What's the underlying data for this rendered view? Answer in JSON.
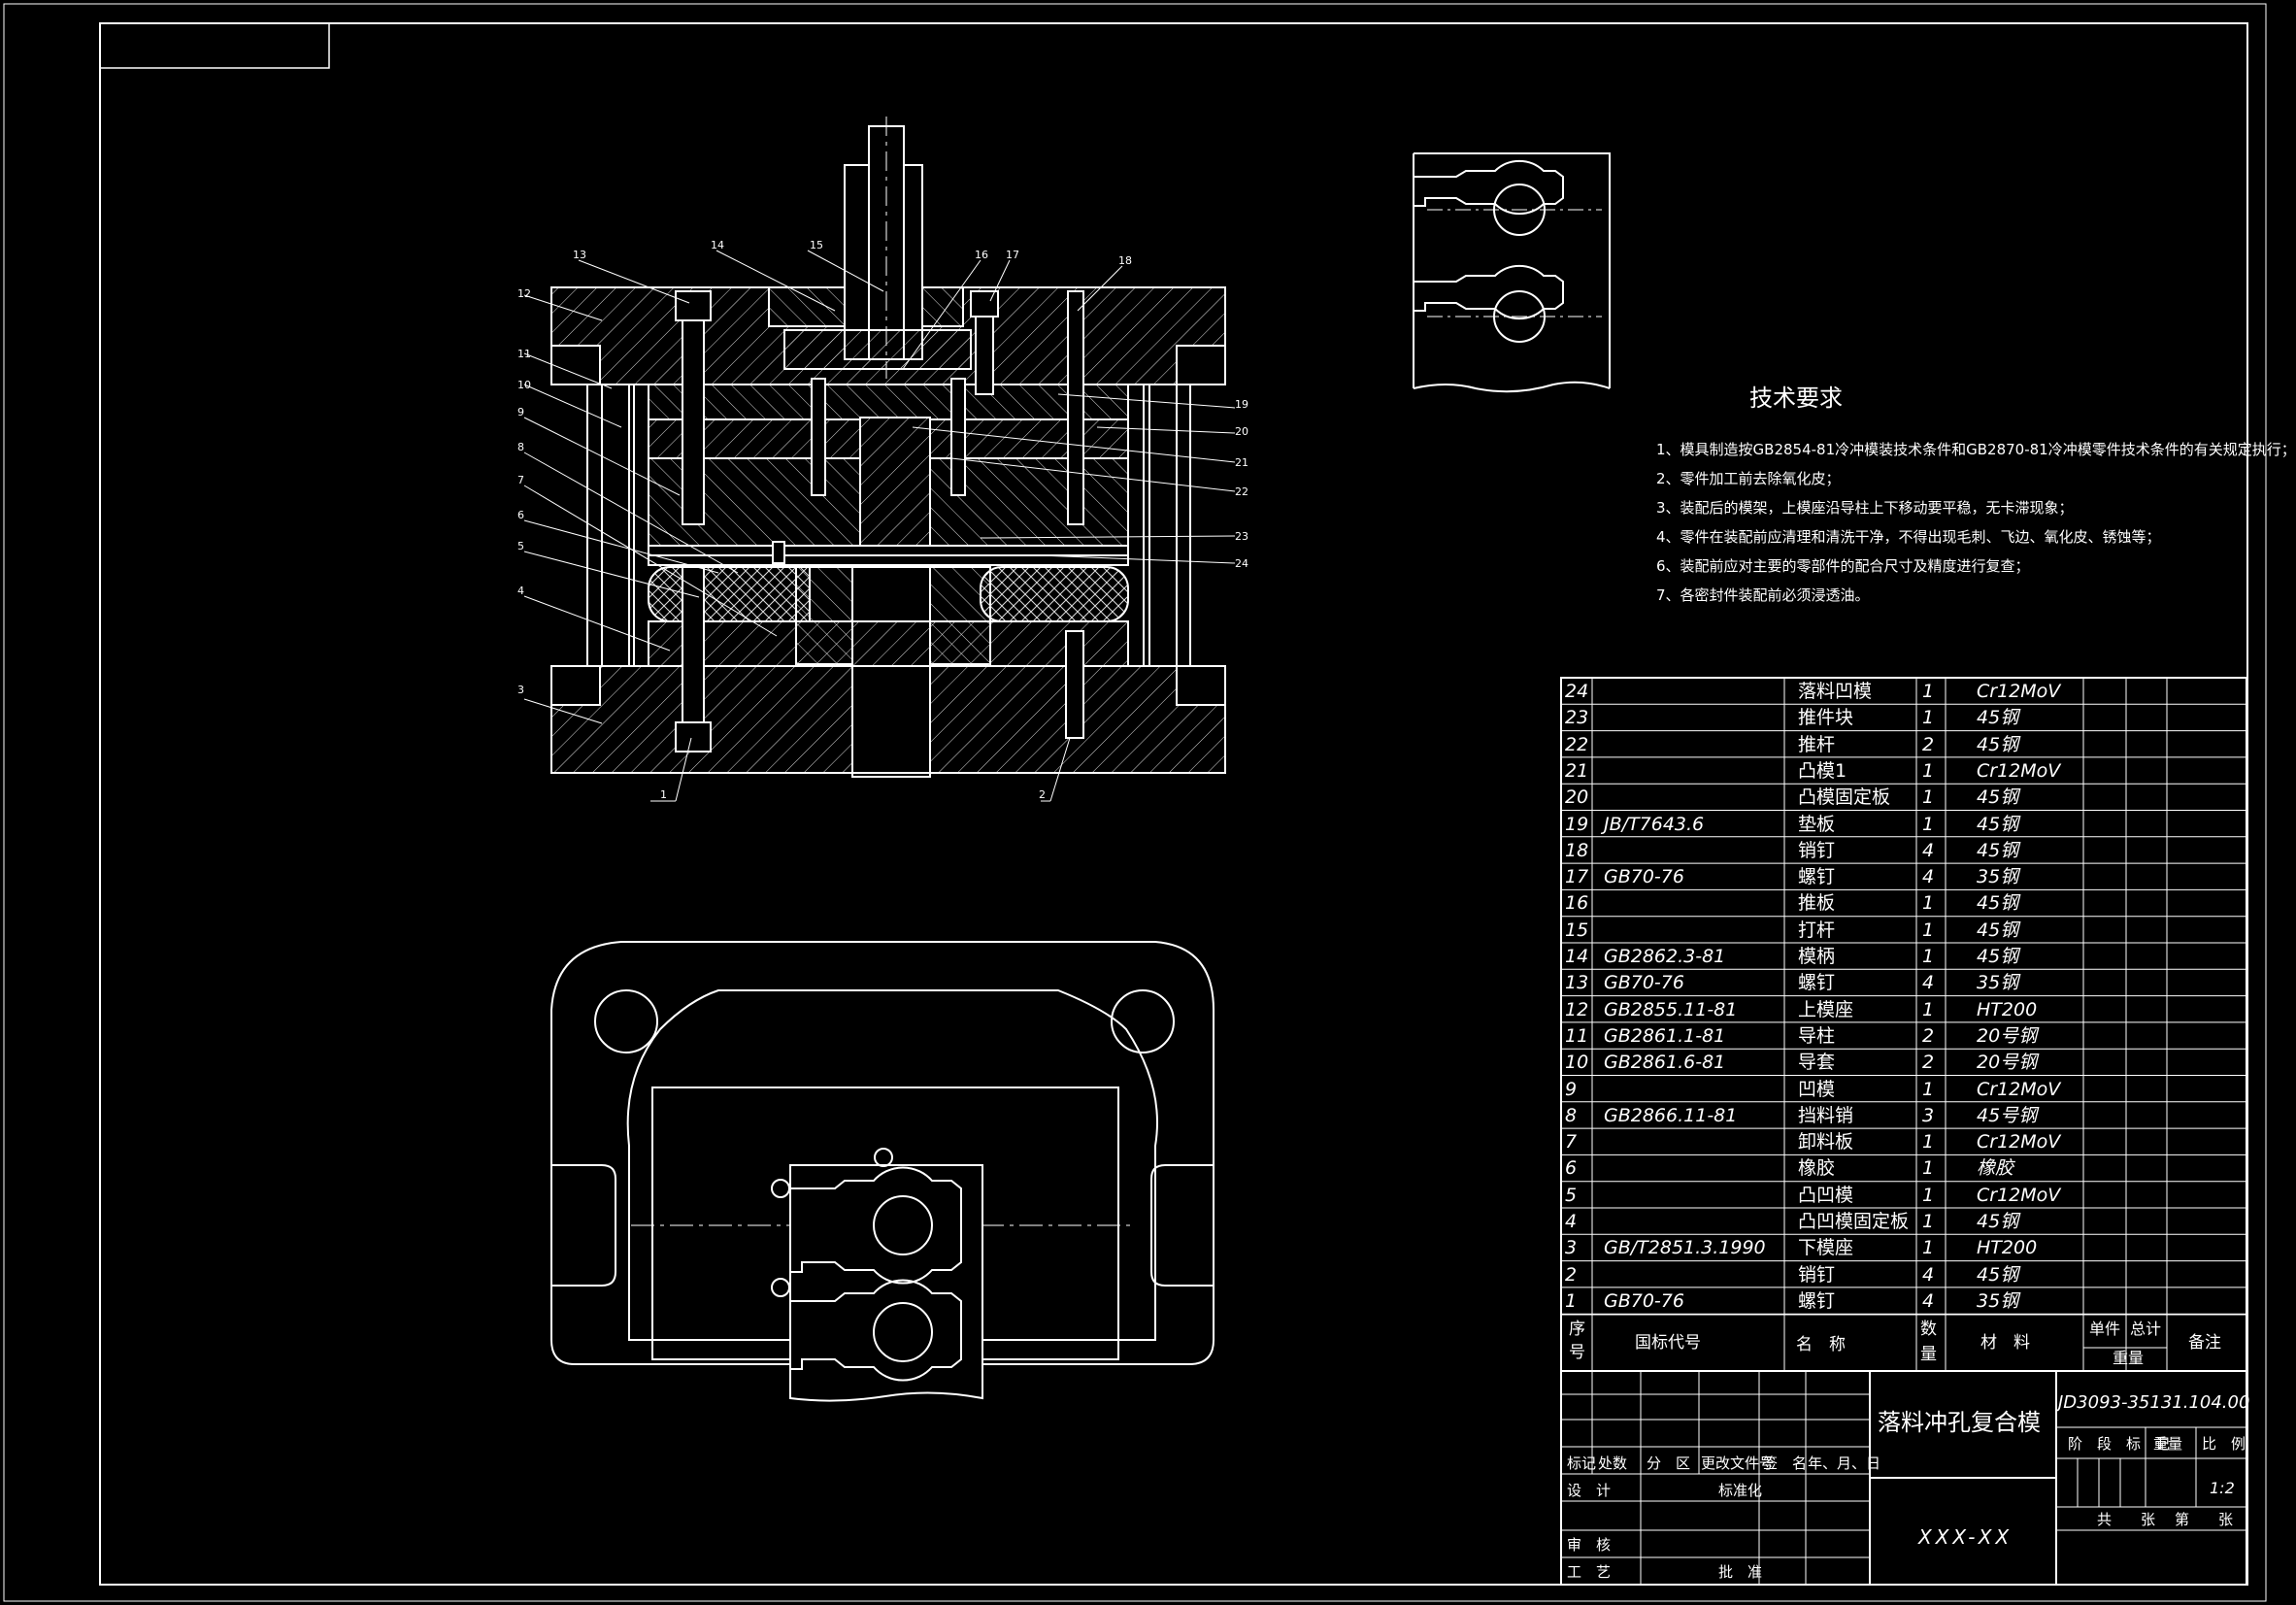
{
  "tech_requirements": {
    "title": "技术要求",
    "items": [
      "1、模具制造按GB2854-81冷冲模装技术条件和GB2870-81冷冲模零件技术条件的有关规定执行；",
      "2、零件加工前去除氧化皮；",
      "3、装配后的模架，上模座沿导柱上下移动要平稳，无卡滞现象；",
      "4、零件在装配前应清理和清洗干净，不得出现毛刺、飞边、氧化皮、锈蚀等；",
      "6、装配前应对主要的零部件的配合尺寸及精度进行复查；",
      "7、各密封件装配前必须浸透油。"
    ]
  },
  "parts_list": [
    {
      "no": "24",
      "code": "",
      "name": "落料凹模",
      "qty": "1",
      "material": "Cr12MoV"
    },
    {
      "no": "23",
      "code": "",
      "name": "推件块",
      "qty": "1",
      "material": "45钢"
    },
    {
      "no": "22",
      "code": "",
      "name": "推杆",
      "qty": "2",
      "material": "45钢"
    },
    {
      "no": "21",
      "code": "",
      "name": "凸模1",
      "qty": "1",
      "material": "Cr12MoV"
    },
    {
      "no": "20",
      "code": "",
      "name": "凸模固定板",
      "qty": "1",
      "material": "45钢"
    },
    {
      "no": "19",
      "code": "JB/T7643.6",
      "name": "垫板",
      "qty": "1",
      "material": "45钢"
    },
    {
      "no": "18",
      "code": "",
      "name": "销钉",
      "qty": "4",
      "material": "45钢"
    },
    {
      "no": "17",
      "code": "GB70-76",
      "name": "螺钉",
      "qty": "4",
      "material": "35钢"
    },
    {
      "no": "16",
      "code": "",
      "name": "推板",
      "qty": "1",
      "material": "45钢"
    },
    {
      "no": "15",
      "code": "",
      "name": "打杆",
      "qty": "1",
      "material": "45钢"
    },
    {
      "no": "14",
      "code": "GB2862.3-81",
      "name": "模柄",
      "qty": "1",
      "material": "45钢"
    },
    {
      "no": "13",
      "code": "GB70-76",
      "name": "螺钉",
      "qty": "4",
      "material": "35钢"
    },
    {
      "no": "12",
      "code": "GB2855.11-81",
      "name": "上模座",
      "qty": "1",
      "material": "HT200"
    },
    {
      "no": "11",
      "code": "GB2861.1-81",
      "name": "导柱",
      "qty": "2",
      "material": "20号钢"
    },
    {
      "no": "10",
      "code": "GB2861.6-81",
      "name": "导套",
      "qty": "2",
      "material": "20号钢"
    },
    {
      "no": "9",
      "code": "",
      "name": "凹模",
      "qty": "1",
      "material": "Cr12MoV"
    },
    {
      "no": "8",
      "code": "GB2866.11-81",
      "name": "挡料销",
      "qty": "3",
      "material": "45号钢"
    },
    {
      "no": "7",
      "code": "",
      "name": "卸料板",
      "qty": "1",
      "material": "Cr12MoV"
    },
    {
      "no": "6",
      "code": "",
      "name": "橡胶",
      "qty": "1",
      "material": "橡胶"
    },
    {
      "no": "5",
      "code": "",
      "name": "凸凹模",
      "qty": "1",
      "material": "Cr12MoV"
    },
    {
      "no": "4",
      "code": "",
      "name": "凸凹模固定板",
      "qty": "1",
      "material": "45钢"
    },
    {
      "no": "3",
      "code": "GB/T2851.3.1990",
      "name": "下模座",
      "qty": "1",
      "material": "HT200"
    },
    {
      "no": "2",
      "code": "",
      "name": "销钉",
      "qty": "4",
      "material": "45钢"
    },
    {
      "no": "1",
      "code": "GB70-76",
      "name": "螺钉",
      "qty": "4",
      "material": "35钢"
    }
  ],
  "parts_header": {
    "no_a": "序",
    "no_b": "号",
    "code": "国标代号",
    "name": "名　称",
    "qty_a": "数",
    "qty_b": "量",
    "material": "材　料",
    "unit": "单件",
    "total": "总计",
    "weight": "重量",
    "remarks": "备注"
  },
  "title_block": {
    "drawing_name": "落料冲孔复合模",
    "drawing_number": "JD3093-35131.104.00",
    "company": "XXX-XX",
    "scale": "1:2",
    "labels": {
      "mark": "标记",
      "count": "处数",
      "zone": "分　区",
      "doc": "更改文件号",
      "sign": "签　名",
      "date": "年、月、日",
      "design": "设　计",
      "standard": "标准化",
      "review": "审　核",
      "process": "工　艺",
      "approve": "批　准",
      "stage": "阶　段　标　记",
      "weight": "重量",
      "scale": "比　例",
      "sheets_total": "共　　张",
      "sheet_no": "第　　张"
    }
  },
  "leaders": [
    "1",
    "2",
    "3",
    "4",
    "5",
    "6",
    "7",
    "8",
    "9",
    "10",
    "11",
    "12",
    "13",
    "14",
    "15",
    "16",
    "17",
    "18",
    "19",
    "20",
    "21",
    "22",
    "23",
    "24"
  ]
}
